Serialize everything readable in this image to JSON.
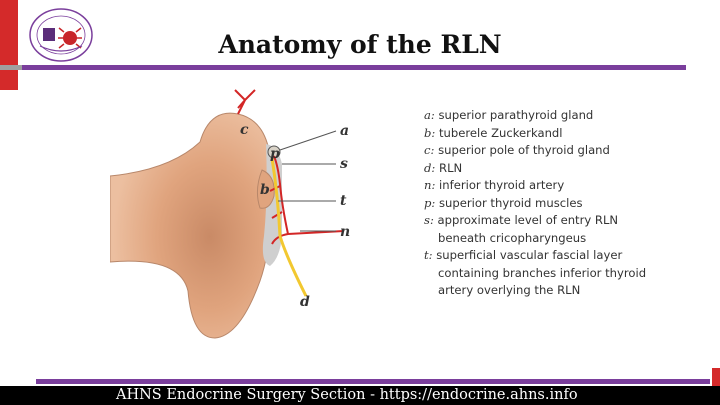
{
  "slide": {
    "title": "Anatomy of the RLN",
    "footer": "AHNS Endocrine Surgery Section - https://endocrine.ahns.info"
  },
  "colors": {
    "accent_purple": "#7a3e9c",
    "accent_red": "#d42a2a",
    "thyroid": "#e3a982",
    "nerve": "#f2c830",
    "vessel": "#d32626",
    "tissue_gray": "#cfcfcf"
  },
  "diagram": {
    "labels": {
      "a": "a",
      "b": "b",
      "c": "c",
      "d": "d",
      "n": "n",
      "p": "p",
      "s": "s",
      "t": "t"
    },
    "legend": [
      {
        "key": "a:",
        "text": " superior parathyroid gland"
      },
      {
        "key": "b:",
        "text": " tuberele Zuckerkandl"
      },
      {
        "key": "c:",
        "text": " superior pole of thyroid gland"
      },
      {
        "key": "d:",
        "text": " RLN"
      },
      {
        "key": "n:",
        "text": " inferior thyroid artery"
      },
      {
        "key": "p:",
        "text": " superior thyroid muscles"
      },
      {
        "key": "s:",
        "text": " approximate level of entry RLN"
      },
      {
        "key": "",
        "text": "beneath cricopharyngeus"
      },
      {
        "key": "t:",
        "text": " superficial vascular fascial layer"
      },
      {
        "key": "",
        "text": "containing branches inferior thyroid"
      },
      {
        "key": "",
        "text": "artery overlying the RLN"
      }
    ]
  }
}
